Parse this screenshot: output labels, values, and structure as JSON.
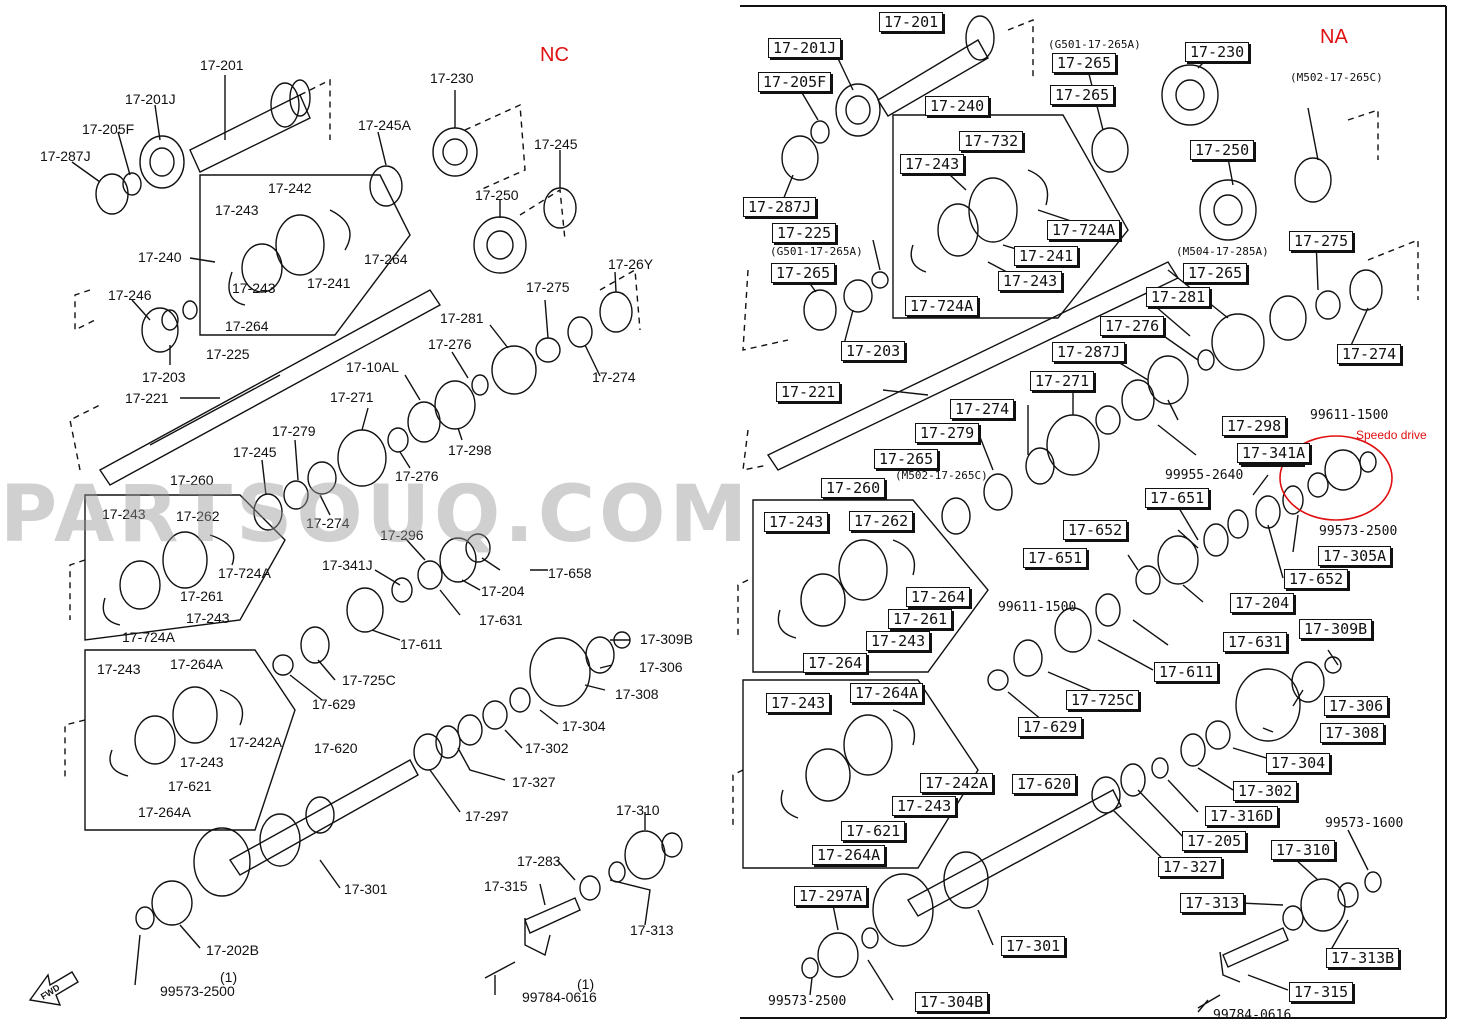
{
  "left_panel": {
    "title": "NC",
    "labels": [
      "17-201",
      "17-201J",
      "17-205F",
      "17-287J",
      "17-230",
      "17-245A",
      "17-245",
      "17-250",
      "17-242",
      "17-243",
      "17-240",
      "17-264",
      "17-241",
      "17-243",
      "17-264",
      "17-225",
      "17-246",
      "17-203",
      "17-221",
      "17-275",
      "17-26Y",
      "17-274",
      "17-281",
      "17-276",
      "17-10AL",
      "17-298",
      "17-271",
      "17-279",
      "17-245",
      "17-276",
      "17-274",
      "17-260",
      "17-243",
      "17-262",
      "17-724A",
      "17-261",
      "17-243",
      "17-724A",
      "17-296",
      "17-341J",
      "17-204",
      "17-658",
      "17-631",
      "17-611",
      "17-243",
      "17-264A",
      "17-242A",
      "17-620",
      "17-243",
      "17-621",
      "17-264A",
      "17-725C",
      "17-629",
      "17-309B",
      "17-306",
      "17-308",
      "17-304",
      "17-302",
      "17-327",
      "17-297",
      "17-310",
      "17-283",
      "17-315",
      "17-313",
      "17-301",
      "17-202B",
      "99573-2500",
      "(1)",
      "99784-0616",
      "(1)"
    ],
    "fwd_label": "FWD"
  },
  "right_panel": {
    "title": "NA",
    "annotation": "Speedo drive",
    "boxed_labels": [
      "17-201",
      "17-201J",
      "17-205F",
      "17-265",
      "17-230",
      "17-240",
      "17-732",
      "17-265",
      "17-243",
      "17-250",
      "17-724A",
      "17-241",
      "17-243",
      "17-287J",
      "17-225",
      "17-724A",
      "17-265",
      "17-275",
      "17-265",
      "17-281",
      "17-203",
      "17-274",
      "17-276",
      "17-221",
      "17-287J",
      "17-271",
      "17-274",
      "17-298",
      "17-279",
      "17-276",
      "17-341A",
      "17-265",
      "17-260",
      "17-651",
      "17-243",
      "17-262",
      "17-652",
      "17-651",
      "17-305A",
      "17-264",
      "17-652",
      "17-261",
      "17-204",
      "17-243",
      "17-264",
      "17-631",
      "17-309B",
      "17-611",
      "17-243",
      "17-264A",
      "17-725C",
      "17-306",
      "17-629",
      "17-308",
      "17-304",
      "17-242A",
      "17-620",
      "17-302",
      "17-243",
      "17-316D",
      "17-621",
      "17-205",
      "17-264A",
      "17-327",
      "17-310",
      "17-297A",
      "17-313",
      "17-313B",
      "17-301",
      "17-315",
      "17-304B"
    ],
    "plain_labels": [
      "(G501-17-265A)",
      "(M502-17-265C)",
      "(G501-17-265A)",
      "(M504-17-285A)",
      "(M502-17-265C)",
      "99611-1500",
      "99955-2640",
      "99573-2500",
      "99611-1500",
      "99573-1600",
      "99573-2500",
      "99784-0616"
    ]
  },
  "watermark": "PARTSOUQ.COM"
}
